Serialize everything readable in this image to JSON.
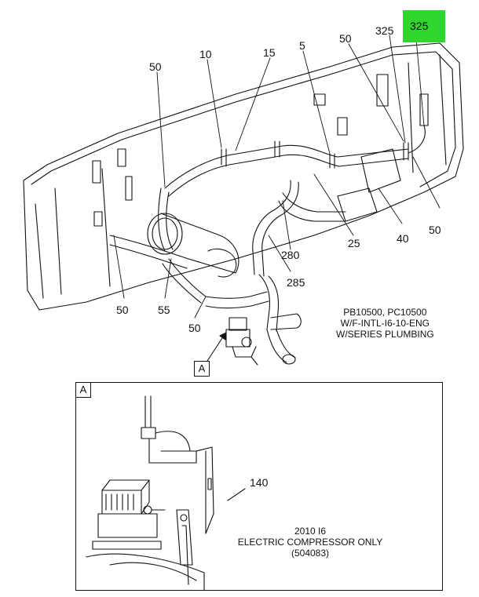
{
  "callouts": {
    "c325_highlight": "325",
    "c325": "325",
    "c50_top_right": "50",
    "c5": "5",
    "c15": "15",
    "c10": "10",
    "c50_top_left": "50",
    "c25": "25",
    "c40": "40",
    "c50_right": "50",
    "c280": "280",
    "c285": "285",
    "c50_bottom_left": "50",
    "c55": "55",
    "c50_bottom_mid": "50",
    "c140": "140"
  },
  "notes": {
    "main_line1": "PB10500, PC10500",
    "main_line2": "W/F-INTL-I6-10-ENG",
    "main_line3": "W/SERIES PLUMBING",
    "detail_line1": "2010 I6",
    "detail_line2": "ELECTRIC COMPRESSOR ONLY",
    "detail_line3": "(504083)"
  },
  "view_label": "A",
  "detail_label": "A",
  "colors": {
    "highlight": "#2ed62e",
    "line": "#111111"
  }
}
